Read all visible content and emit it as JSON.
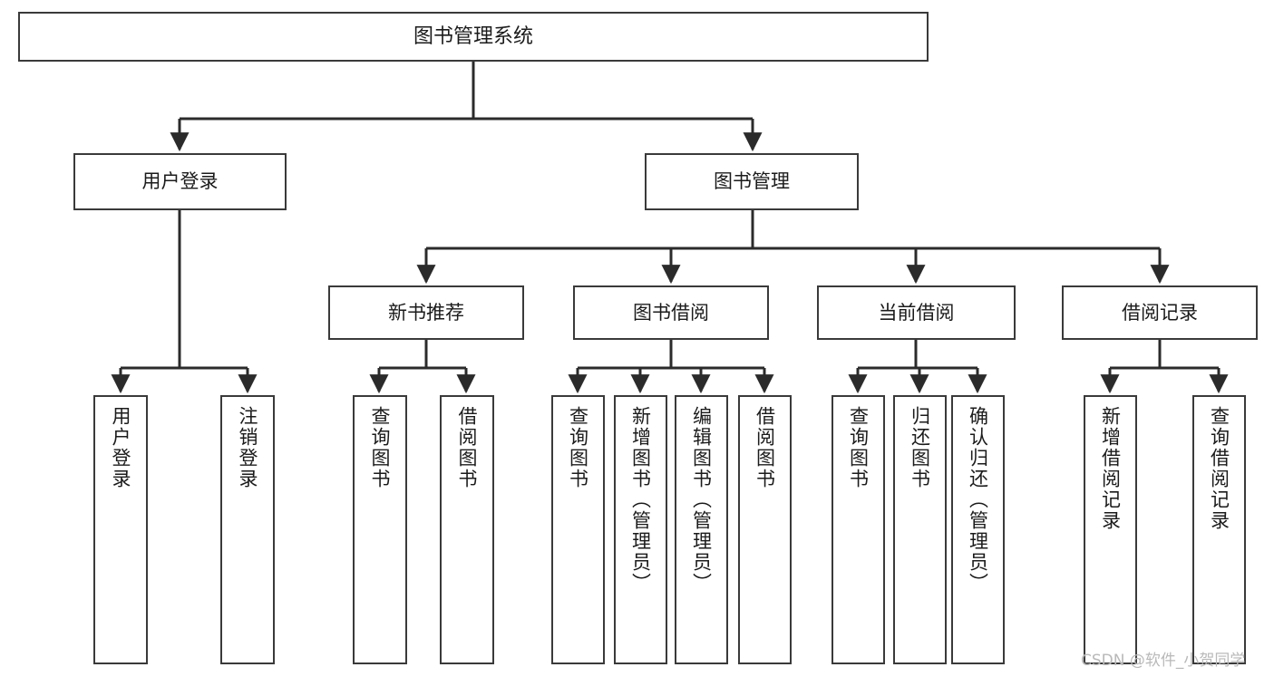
{
  "diagram": {
    "title": "图书管理系统",
    "type": "hierarchy-tree",
    "watermark": "CSDN @软件_小贺同学",
    "colors": {
      "node_border": "#3a3a3a",
      "node_fill": "#ffffff",
      "edge": "#2b2b2b",
      "text": "#1b1b1b",
      "watermark": "#b9b9b9"
    },
    "nodes": {
      "root": {
        "label": "图书管理系统"
      },
      "level2": [
        {
          "label": "用户登录"
        },
        {
          "label": "图书管理"
        }
      ],
      "level3": [
        {
          "label": "新书推荐"
        },
        {
          "label": "图书借阅"
        },
        {
          "label": "当前借阅"
        },
        {
          "label": "借阅记录"
        }
      ],
      "leaves": {
        "user_login": [
          {
            "label": "用户登录"
          },
          {
            "label": "注销登录"
          }
        ],
        "new_book_recommend": [
          {
            "label": "查询图书"
          },
          {
            "label": "借阅图书"
          }
        ],
        "book_borrow": [
          {
            "label": "查询图书"
          },
          {
            "label": "新增图书（管理员）"
          },
          {
            "label": "编辑图书（管理员）"
          },
          {
            "label": "借阅图书"
          }
        ],
        "current_borrow": [
          {
            "label": "查询图书"
          },
          {
            "label": "归还图书"
          },
          {
            "label": "确认归还（管理员）"
          }
        ],
        "borrow_records": [
          {
            "label": "新增借阅记录"
          },
          {
            "label": "查询借阅记录"
          }
        ]
      }
    }
  }
}
